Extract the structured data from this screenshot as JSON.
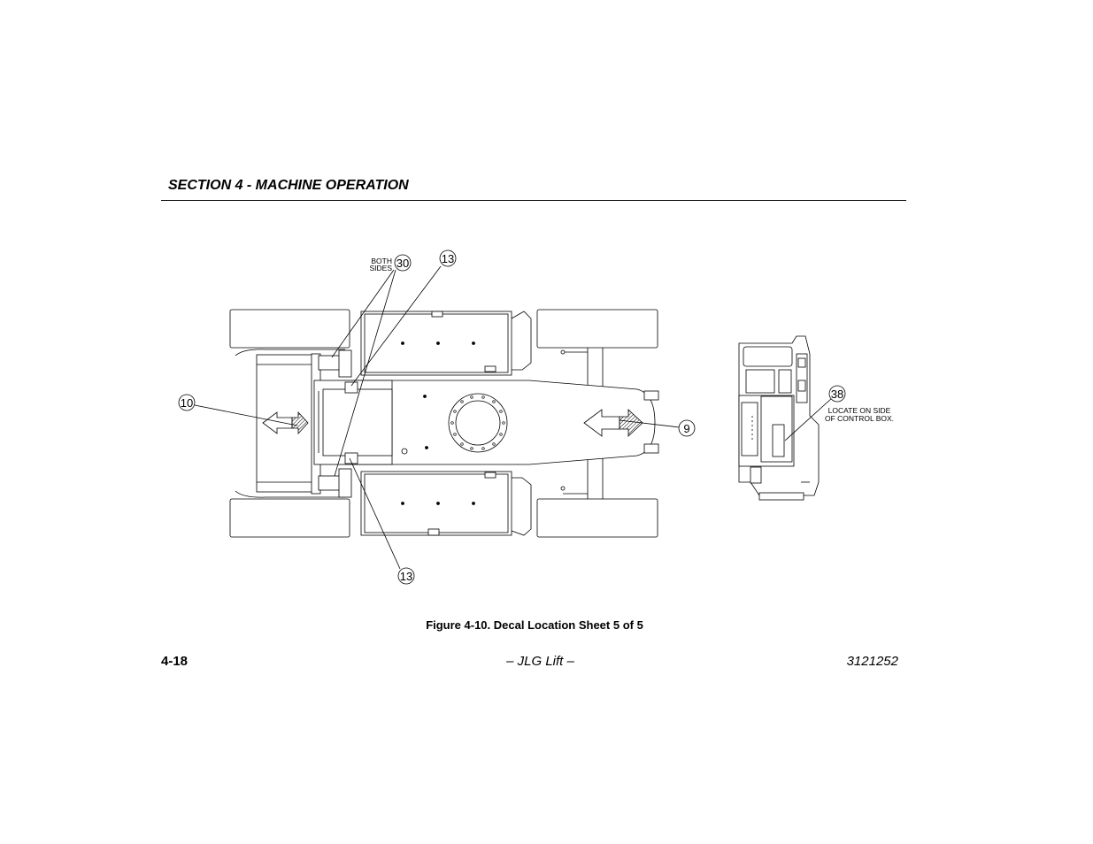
{
  "header": {
    "section_title": "SECTION 4 - MACHINE OPERATION"
  },
  "figure": {
    "caption": "Figure 4-10. Decal Location Sheet 5 of 5",
    "callouts": {
      "c30": "30",
      "c13_top": "13",
      "c10": "10",
      "c9": "9",
      "c13_bottom": "13",
      "c38": "38"
    },
    "notes": {
      "both_sides_line1": "BOTH",
      "both_sides_line2": "SIDES",
      "locate_line1": "LOCATE ON SIDE",
      "locate_line2": "OF CONTROL BOX."
    }
  },
  "footer": {
    "page_number": "4-18",
    "center": "– JLG Lift –",
    "doc_number": "3121252"
  }
}
